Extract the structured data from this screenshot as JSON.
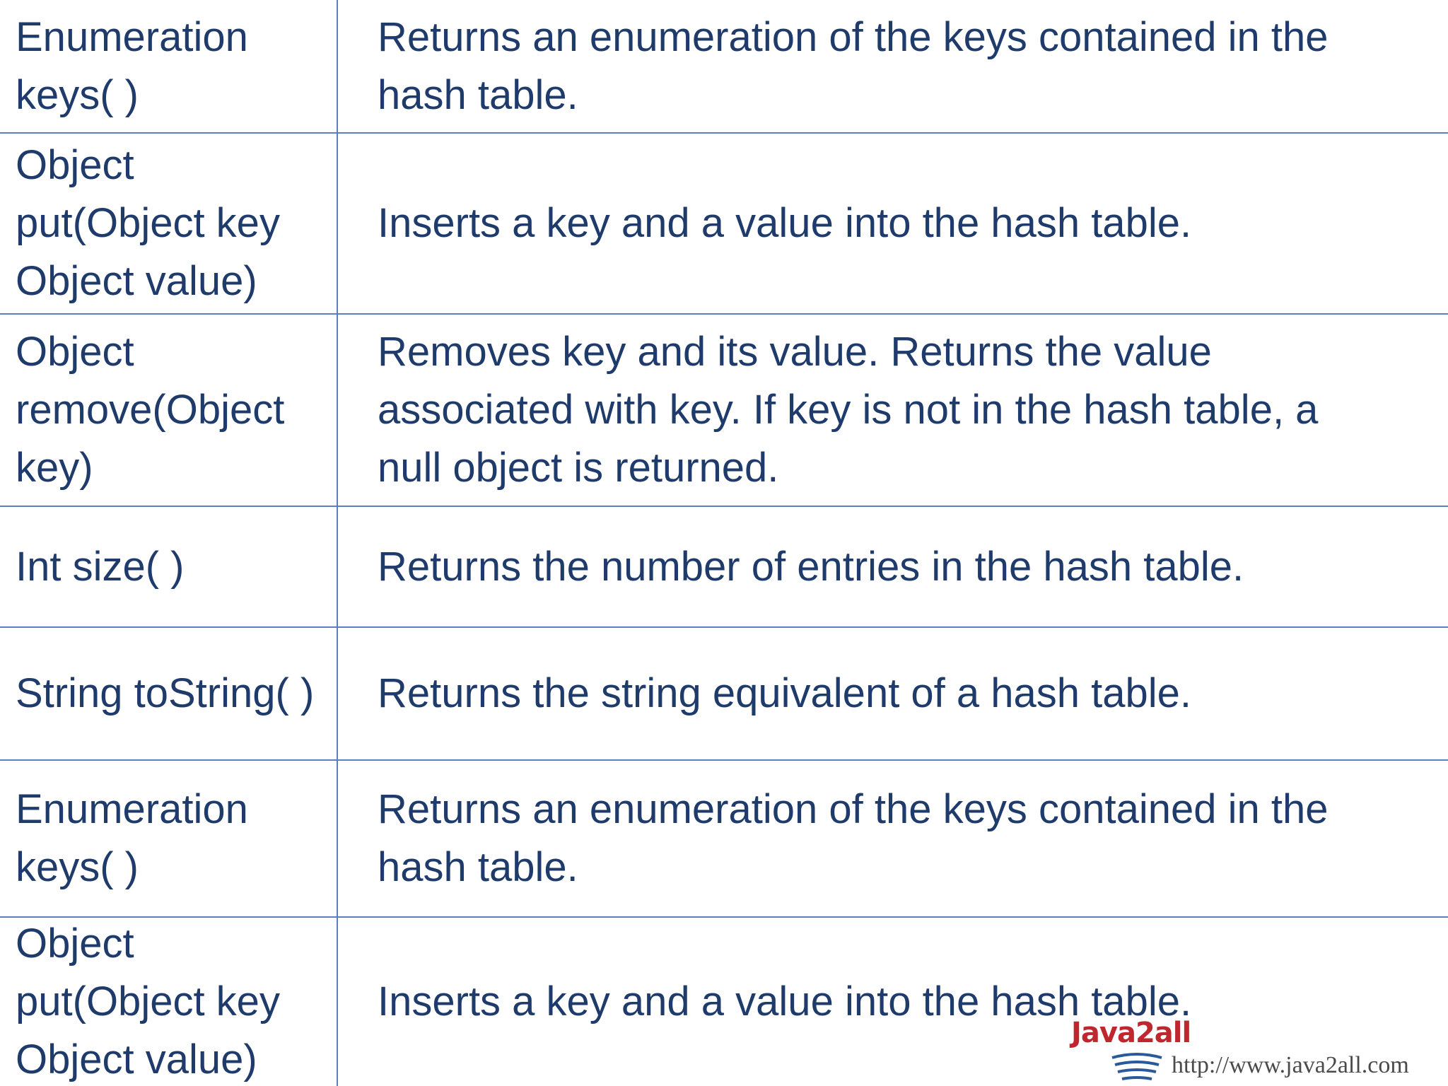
{
  "rows": [
    {
      "method": "Enumeration\nkeys( )",
      "description": "Returns an enumeration of the keys contained in the\nhash table."
    },
    {
      "method": "Object\nput(Object key\nObject value)",
      "description": "Inserts a key and a value into the hash table."
    },
    {
      "method": "Object\nremove(Object\nkey)",
      "description": "Removes key and its value. Returns the value\nassociated with key. If key is not in the hash table, a\nnull object is returned."
    },
    {
      "method": "Int size( )",
      "description": "Returns the number of entries in the hash table."
    },
    {
      "method": "String toString( )",
      "description": "Returns the string equivalent of a hash table."
    },
    {
      "method": "Enumeration\nkeys( )",
      "description": "Returns an enumeration of the keys contained in the\nhash table."
    },
    {
      "method": "Object\nput(Object key\nObject value)",
      "description": "Inserts a key and a value into the hash table."
    }
  ],
  "watermark": {
    "logo_text": "Java2all",
    "url": "http://www.java2all.com"
  },
  "colors": {
    "text": "#1f3b6b",
    "border": "#5b7fc0",
    "logo": "#c0262d"
  },
  "icons": {
    "logo": "java-cup-icon"
  }
}
